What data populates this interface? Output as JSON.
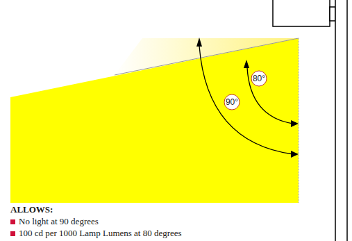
{
  "diagram": {
    "labels": [
      "80°",
      "90°",
      "ALLOWS:",
      "No light at 90 degrees",
      "100 cd per 1000 Lamp Lumens at 80 degrees"
    ]
  }
}
